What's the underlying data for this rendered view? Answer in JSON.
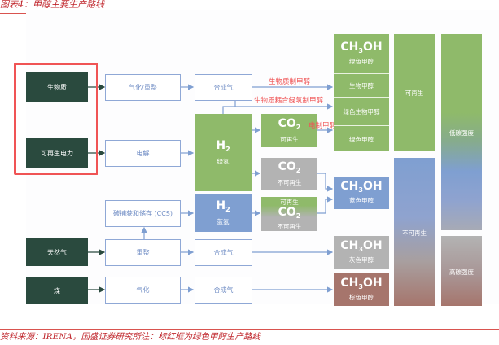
{
  "header": {
    "title": "图表4：甲醇主要生产路线"
  },
  "sources": {
    "biomass": "生物质",
    "renewable_power": "可再生电力",
    "natural_gas": "天然气",
    "coal": "煤"
  },
  "processes": {
    "gasification_reforming": "气化/重整",
    "syngas_1": "合成气",
    "electrolysis": "电解",
    "ccs": "碳捕获和储存 (CCS)",
    "reforming": "重整",
    "syngas_2": "合成气",
    "gasification": "气化",
    "syngas_3": "合成气"
  },
  "hydrogen": {
    "green": {
      "formula": "H",
      "sub": "2",
      "label": "绿氢"
    },
    "blue": {
      "formula": "H",
      "sub": "2",
      "label": "蓝氢"
    }
  },
  "co2": {
    "renewable": {
      "formula": "CO",
      "sub": "2",
      "label": "可再生"
    },
    "nonrenewable": {
      "formula": "CO",
      "sub": "2",
      "label": "不可再生"
    },
    "mixed": {
      "top_label": "可再生",
      "formula": "CO",
      "sub": "2",
      "label": "不可再生"
    }
  },
  "routes": {
    "biomass_to_methanol": "生物质制甲醇",
    "biomass_green_h2": "生物质耦合绿氢制甲醇",
    "e_methanol": "电制甲醇"
  },
  "methanol": {
    "green": {
      "formula_a": "CH",
      "sub": "3",
      "formula_b": "OH",
      "label": "绿色甲醇",
      "subtypes": [
        "生物甲醇",
        "绿色生物甲醇",
        "绿色甲醇"
      ]
    },
    "blue": {
      "formula_a": "CH",
      "sub": "3",
      "formula_b": "OH",
      "label": "蓝色甲醇"
    },
    "grey": {
      "formula_a": "CH",
      "sub": "3",
      "formula_b": "OH",
      "label": "灰色甲醇"
    },
    "brown": {
      "formula_a": "CH",
      "sub": "3",
      "formula_b": "OH",
      "label": "棕色甲醇"
    }
  },
  "classification": {
    "renewable": "可再生",
    "nonrenewable": "不可再生",
    "low_carbon": "低碳强度",
    "high_carbon": "高碳强度"
  },
  "colors": {
    "green": "#8fba6a",
    "blue": "#7f9fd1",
    "grey": "#b3b3b3",
    "brown": "#a6756c",
    "source_dark": "#2a4a3e",
    "highlight_red": "#f05455"
  },
  "footer": {
    "note": "资料来源：IRENA，国盛证券研究所注：标红框为绿色甲醇生产路线"
  }
}
